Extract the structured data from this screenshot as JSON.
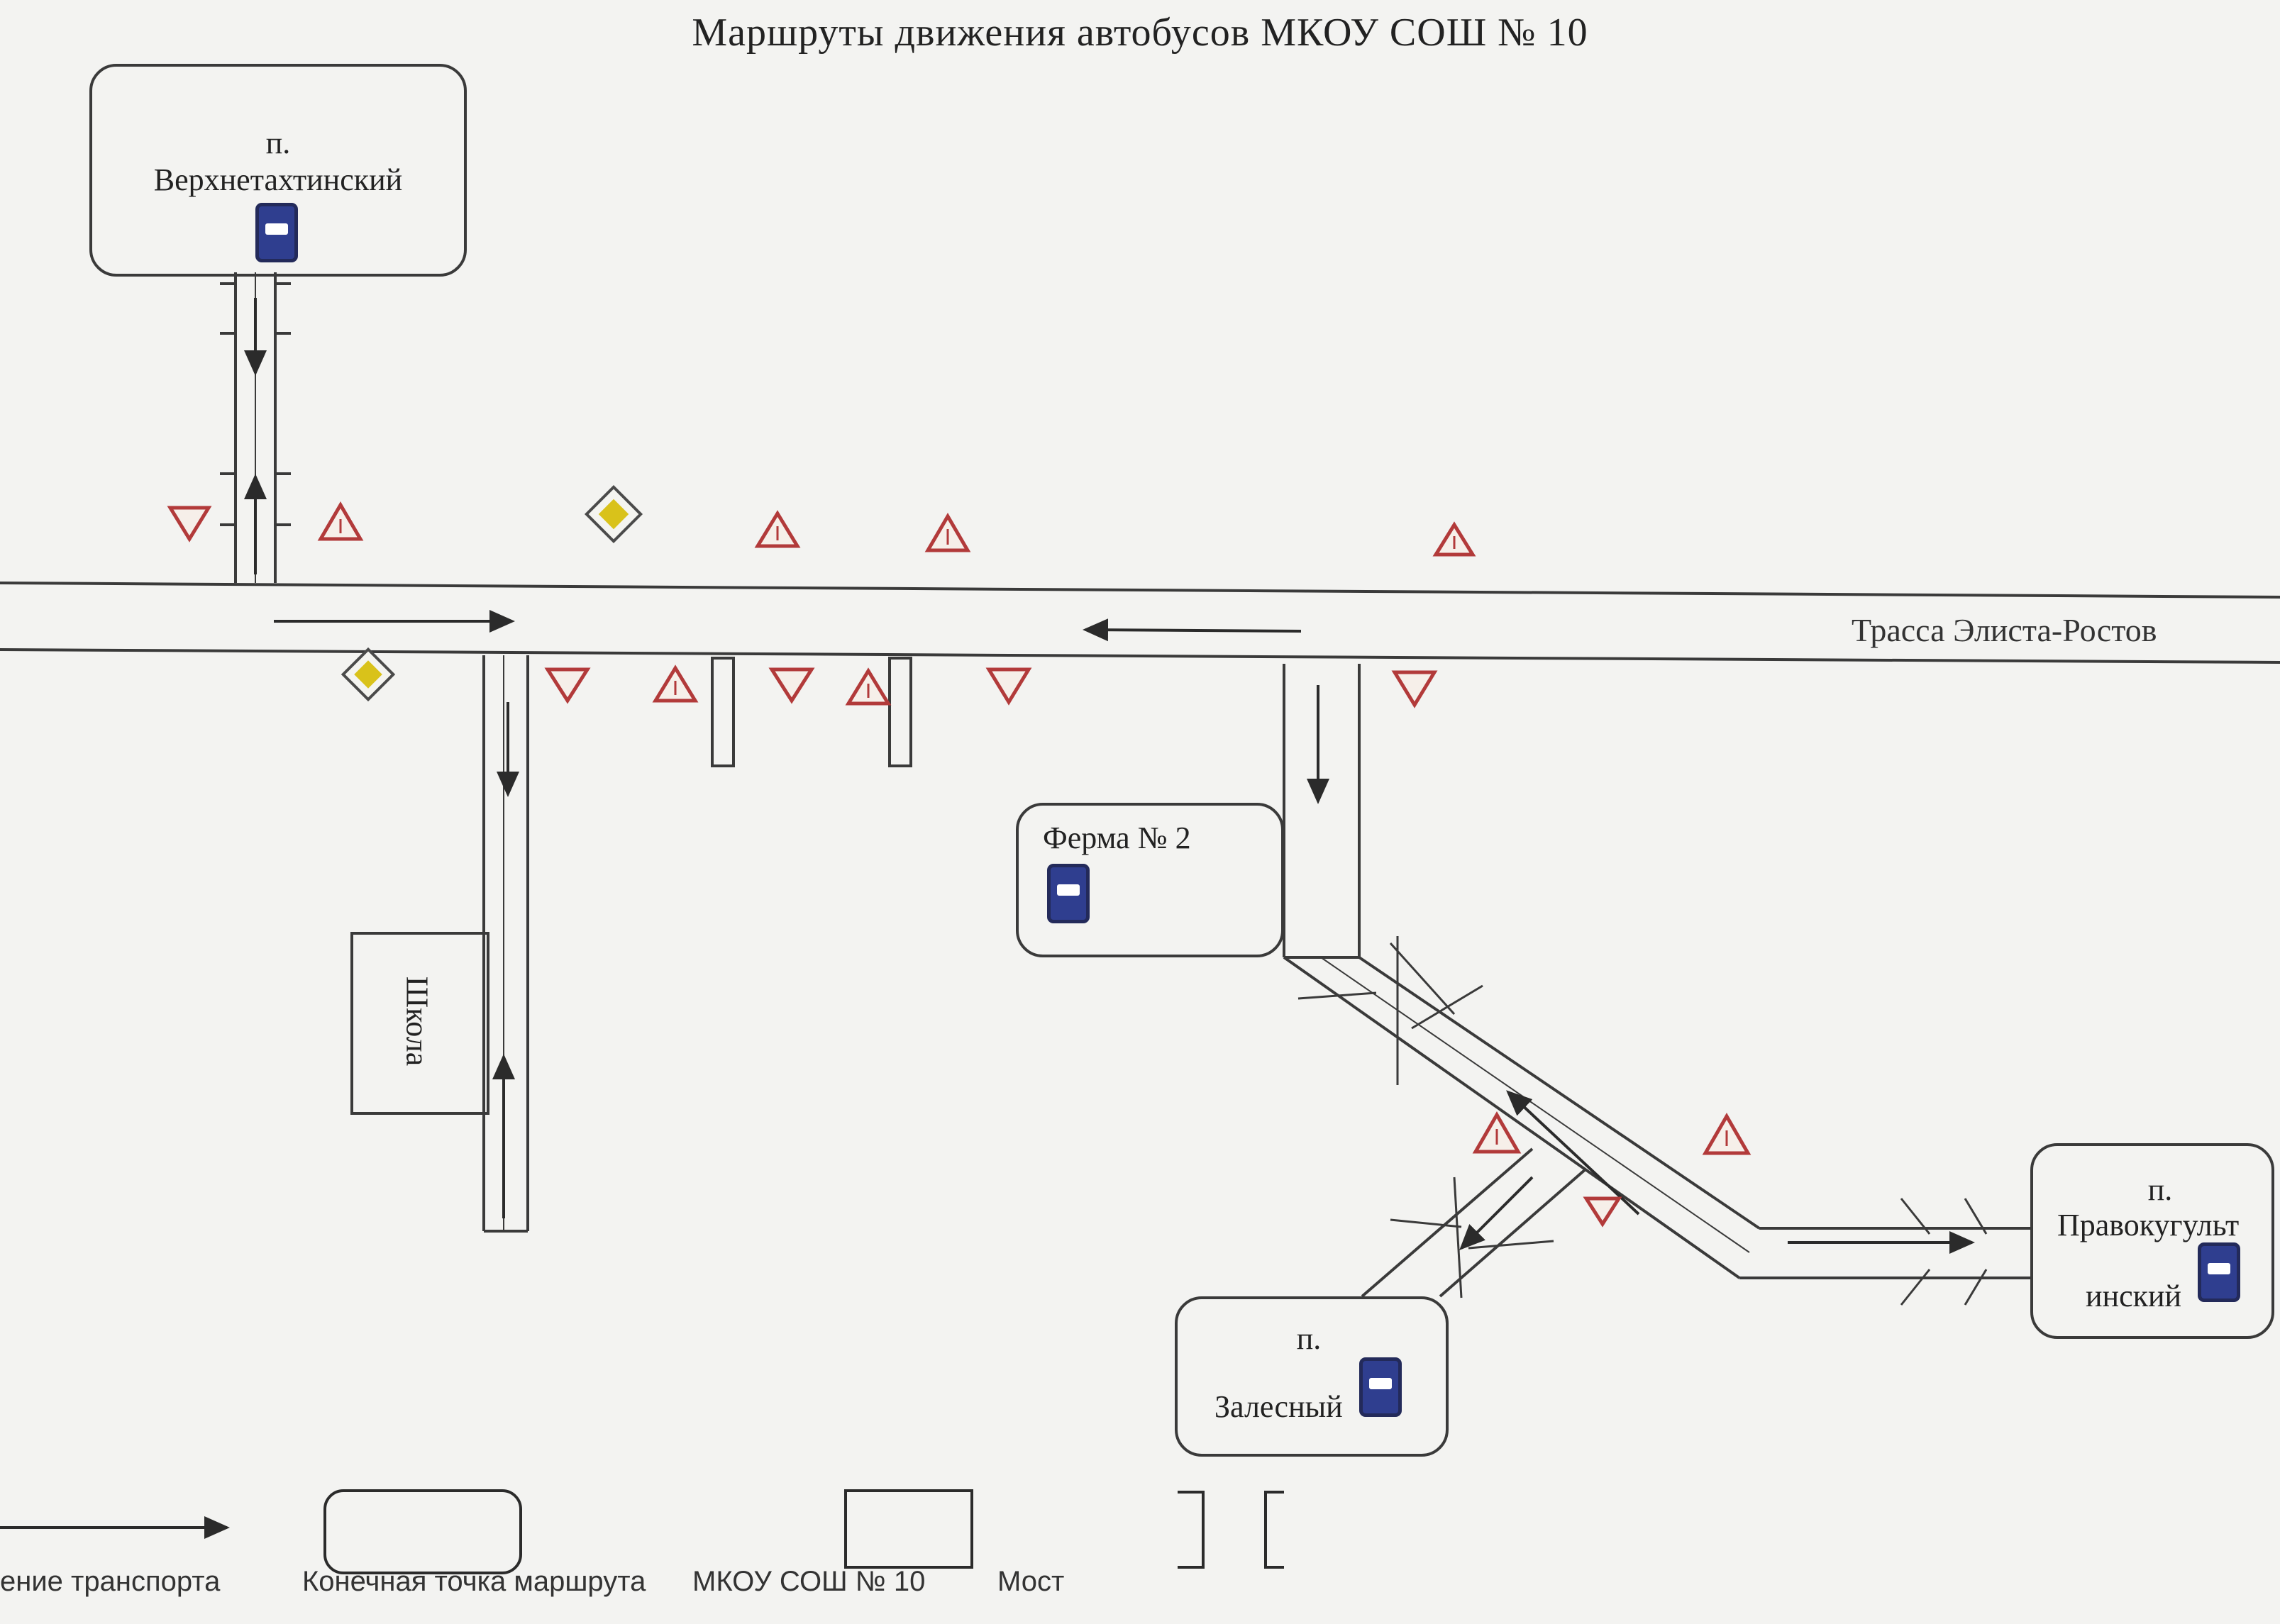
{
  "title": "Маршруты движения автобусов МКОУ СОШ № 10",
  "road_label": "Трасса Элиста-Ростов",
  "school_label": "Школа",
  "stops": {
    "verkhnetakh": {
      "line1": "п.",
      "line2": "Верхнетахтинский"
    },
    "ferma": {
      "line1": "Ферма № 2"
    },
    "zalesny": {
      "line1": "п.",
      "line2": "Залесный"
    },
    "pravokugult": {
      "line1": "п.",
      "line2": "Правокугульт",
      "line3": "инский"
    }
  },
  "legend": {
    "direction": "ение транспорта",
    "endpoint": "Конечная точка маршрута",
    "school": "МКОУ СОШ № 10",
    "bridge": "Мост"
  },
  "colors": {
    "sign_red": "#b23a3a",
    "priority_yellow": "#d9c21a",
    "bus_blue": "#2f3e8f",
    "line": "#3a3a3a"
  }
}
